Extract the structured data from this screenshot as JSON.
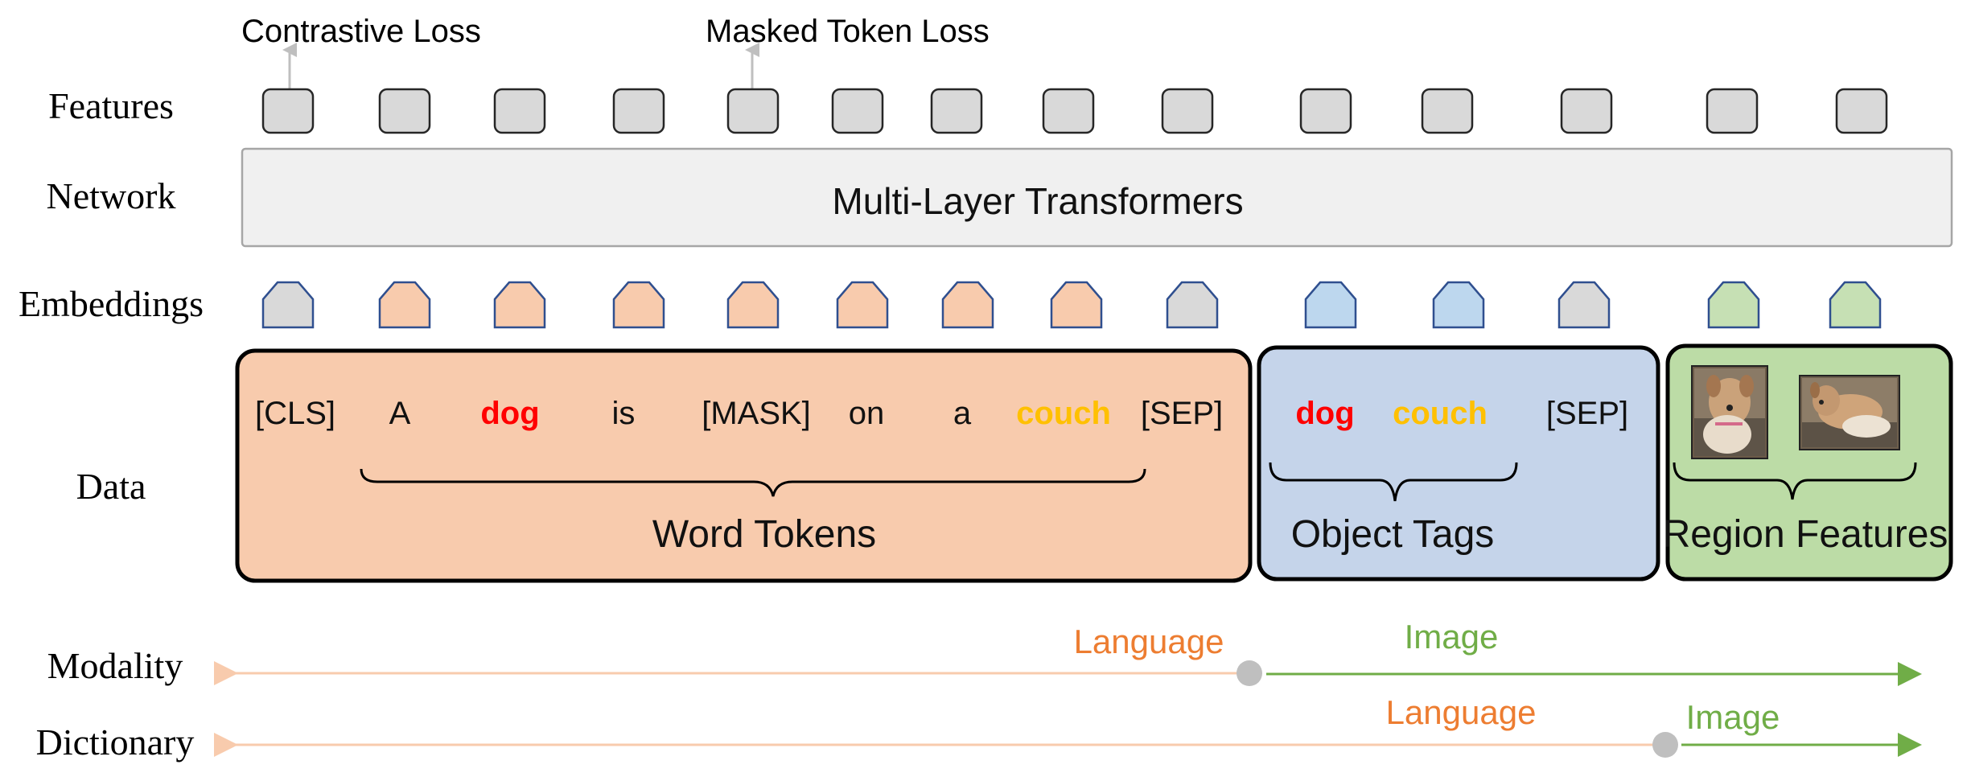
{
  "row_labels": {
    "features": "Features",
    "network": "Network",
    "embeddings": "Embeddings",
    "data": "Data",
    "modality": "Modality",
    "dictionary": "Dictionary"
  },
  "losses": {
    "contrastive": "Contrastive Loss",
    "masked": "Masked Token Loss"
  },
  "network_label": "Multi-Layer Transformers",
  "embedding_colors": {
    "gray": "#d9d9d9",
    "orange": "#f8cbad",
    "blue": "#bdd7ee",
    "green": "#c6e0b4"
  },
  "panel_colors": {
    "word": "#f8cbad",
    "object": "#c5d4ea",
    "region": "#bcdca6"
  },
  "word_tokens": [
    {
      "text": "[CLS]",
      "color": "#111111",
      "bold": false
    },
    {
      "text": "A",
      "color": "#111111",
      "bold": false
    },
    {
      "text": "dog",
      "color": "#ff0000",
      "bold": true
    },
    {
      "text": "is",
      "color": "#111111",
      "bold": false
    },
    {
      "text": "[MASK]",
      "color": "#111111",
      "bold": false
    },
    {
      "text": "on",
      "color": "#111111",
      "bold": false
    },
    {
      "text": "a",
      "color": "#111111",
      "bold": false
    },
    {
      "text": "couch",
      "color": "#ffc000",
      "bold": true
    },
    {
      "text": "[SEP]",
      "color": "#111111",
      "bold": false
    }
  ],
  "object_tokens": [
    {
      "text": "dog",
      "color": "#ff0000",
      "bold": true
    },
    {
      "text": "couch",
      "color": "#ffc000",
      "bold": true
    },
    {
      "text": "[SEP]",
      "color": "#111111",
      "bold": false
    }
  ],
  "groups": {
    "word": "Word Tokens",
    "object": "Object Tags",
    "region": "Region Features"
  },
  "modality": {
    "language": "Language",
    "image": "Image",
    "language_color": "#ed7d31",
    "image_color": "#70ad47",
    "line_language": "#f8cbad",
    "dot": "#bfbfbf"
  },
  "dictionary": {
    "language": "Language",
    "image": "Image"
  }
}
